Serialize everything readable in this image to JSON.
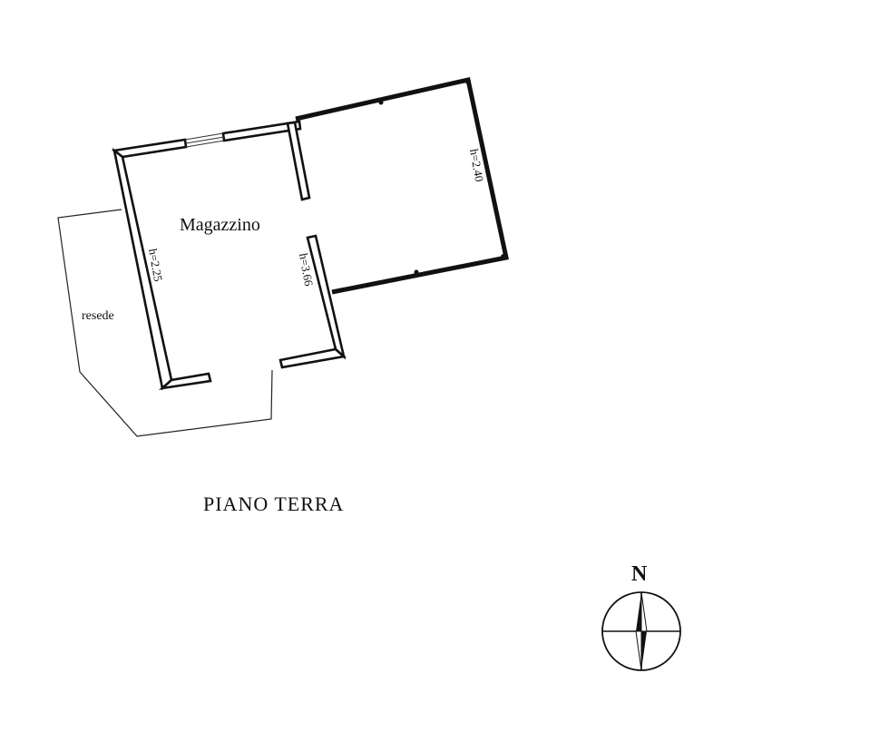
{
  "plan": {
    "floor_title": "PIANO TERRA",
    "rooms": {
      "main_label": "Magazzino"
    },
    "yard_label": "resede",
    "heights": {
      "left": "h=2.25",
      "middle": "h=3.66",
      "right": "h=2.40"
    },
    "compass": {
      "north_label": "N"
    }
  }
}
